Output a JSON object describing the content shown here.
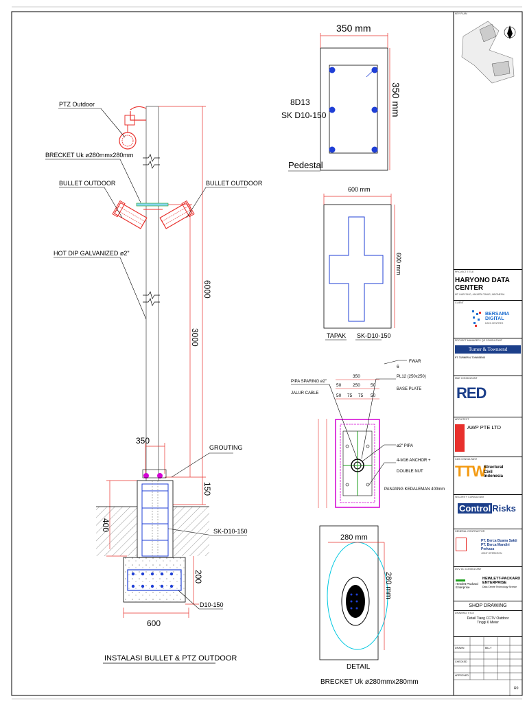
{
  "drawing": {
    "main_title": "INSTALASI BULLET & PTZ OUTDOOR",
    "labels": {
      "ptz": "PTZ Outdoor",
      "bracket": "BRECKET Uk ø280mmx280mm",
      "bullet_left": "BULLET OUTDOOR",
      "bullet_right": "BULLET OUTDOOR",
      "hot_dip": "HOT DIP GALVANIZED ø2\"",
      "grouting": "GROUTING",
      "sk_main": "SK-D10-150",
      "d10": "D10-150"
    },
    "dims": {
      "d6000": "6000",
      "d3000": "3000",
      "d350": "350",
      "d150": "150",
      "d400": "400",
      "d200": "200",
      "d600": "600"
    }
  },
  "pedestal": {
    "top_dim": "350 mm",
    "side_dim": "350 mm",
    "rebar": "8D13",
    "stirrup": "SK D10-150",
    "label": "Pedestal"
  },
  "tapak": {
    "top_dim": "600 mm",
    "side_dim": "600 mm",
    "label": "TAPAK",
    "label2": "SK-D10-150"
  },
  "baseplate": {
    "pipa_sparing": "PIPA SPARING ø2\"",
    "jalur": "JALUR CABLE",
    "fwar": "FWAR",
    "pl12": "PL12 (250x250)",
    "base": "BASE PLATE",
    "pipa2": "ø2\" PIPA",
    "anchor": "4-M16 ANCHOR +",
    "nut": "DOUBLE NUT",
    "panjang": "PANJANG KEDALEMAN 400mm",
    "d350": "350",
    "d50a": "50",
    "d250": "250",
    "d50b": "50",
    "d50c": "50",
    "d75a": "75",
    "d75b": "75",
    "d50d": "50",
    "d6": "6"
  },
  "detail": {
    "top_dim": "280 mm",
    "side_dim": "280 mm",
    "label1": "DETAIL",
    "label2": "BRECKET Uk ø280mmx280mm"
  },
  "title_block": {
    "key_plan": "KEY PLAN",
    "project_title_head": "PROJECT TITLE",
    "project_title": "HARYONO DATA CENTER",
    "project_addr": "MT. HARYONO, JAKARTA TIMUR, INDONESIA",
    "client_head": "CLIENT",
    "client_name1": "BERSAMA",
    "client_name2": "DIGITAL",
    "client_name3": "DATA CENTRES",
    "pm_head": "PROJECT MANAGER / QS CONSULTANT",
    "pm_name": "Turner & Townsend",
    "pm_company": "PT. TURNER & TOWNSEND",
    "mep_head": "M&E CONSULTANT",
    "mep_name": "RED",
    "arch_head": "ARCHITECT",
    "arch_name": "AWP PTE LTD",
    "cs_head": "C&S CONSULTANT",
    "cs_logo": "TTW",
    "cs_name1": "Structural",
    "cs_name2": "Civil",
    "cs_name3": "Indonesia",
    "sec_head": "SECURITY CONSULTANT",
    "sec_name1": "Control",
    "sec_name2": "Risks",
    "gc_head": "GENERAL CONTRACTOR",
    "gc_name1": "PT. Berca Buana Sakti",
    "gc_name2": "PT. Berca Mandiri Perkasa",
    "gc_jo": "JOINT OPERATION",
    "dc_head": "DCV DC CONSULTANT",
    "dc_name1": "Hewlett Packard",
    "dc_name2": "Enterprise",
    "dc_name3": "HEWLETT-PACKARD",
    "dc_name4": "ENTERPRISE",
    "dc_name5": "Data Centre Technology Service",
    "shop": "SHOP DRAWING",
    "dwg_title_head": "DRAWING TITLE",
    "dwg_title1": "Detail Tiang CCTV Outdoor",
    "dwg_title2": "Tinggi 6 Meter",
    "drawn": "DRAWN",
    "checked": "CHECKED",
    "approved": "APPROVED",
    "rev": "R0",
    "billy": "BILLY"
  },
  "colors": {
    "red": "#e8302c",
    "blue": "#1f3fd6",
    "cyan": "#00c8e0",
    "magenta": "#d400d4",
    "green": "#1a9e1a",
    "gray": "#777777"
  }
}
